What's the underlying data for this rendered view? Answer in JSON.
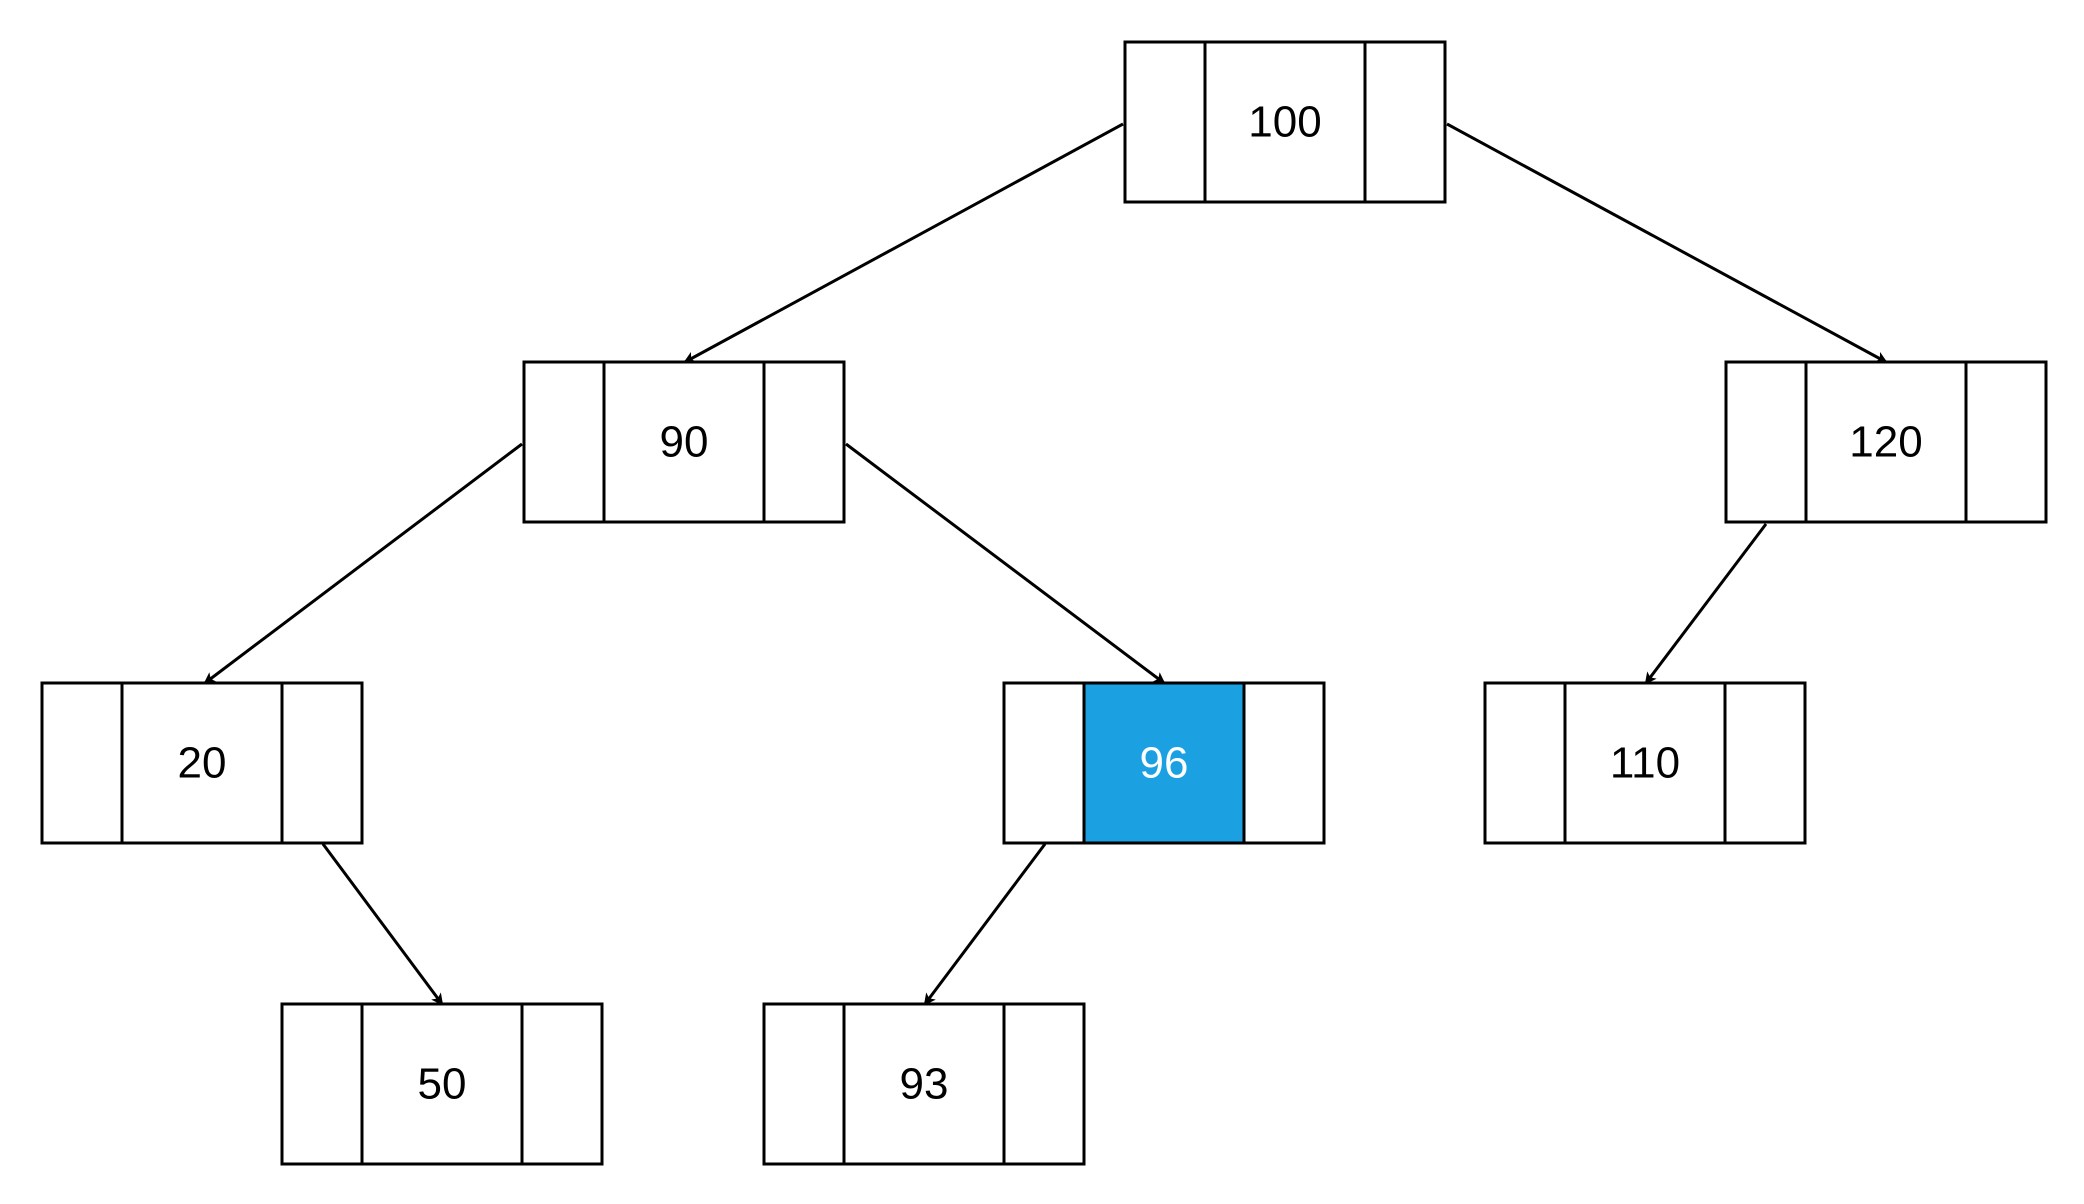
{
  "diagram": {
    "type": "binary-tree",
    "highlight_color": "#1ba1e2",
    "highlight_text_color": "#ffffff",
    "line_color": "#000000",
    "nodes": [
      {
        "id": "n100",
        "value": "100",
        "highlighted": false
      },
      {
        "id": "n90",
        "value": "90",
        "highlighted": false
      },
      {
        "id": "n120",
        "value": "120",
        "highlighted": false
      },
      {
        "id": "n20",
        "value": "20",
        "highlighted": false
      },
      {
        "id": "n96",
        "value": "96",
        "highlighted": true
      },
      {
        "id": "n110",
        "value": "110",
        "highlighted": false
      },
      {
        "id": "n50",
        "value": "50",
        "highlighted": false
      },
      {
        "id": "n93",
        "value": "93",
        "highlighted": false
      }
    ],
    "edges": [
      {
        "from": "n100",
        "to": "n90"
      },
      {
        "from": "n100",
        "to": "n120"
      },
      {
        "from": "n90",
        "to": "n20"
      },
      {
        "from": "n90",
        "to": "n96"
      },
      {
        "from": "n120",
        "to": "n110"
      },
      {
        "from": "n20",
        "to": "n50"
      },
      {
        "from": "n96",
        "to": "n93"
      }
    ]
  }
}
